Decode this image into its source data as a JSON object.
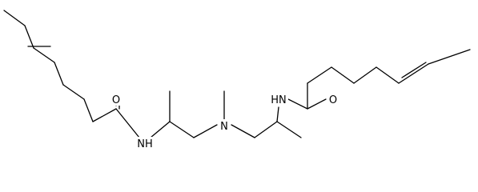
{
  "atoms": {
    "o_left": "O",
    "nh_left": "NH",
    "n_center": "N",
    "hn_right": "HN",
    "o_right": "O"
  },
  "colors": {
    "bond": "#000000",
    "background": "#ffffff"
  }
}
